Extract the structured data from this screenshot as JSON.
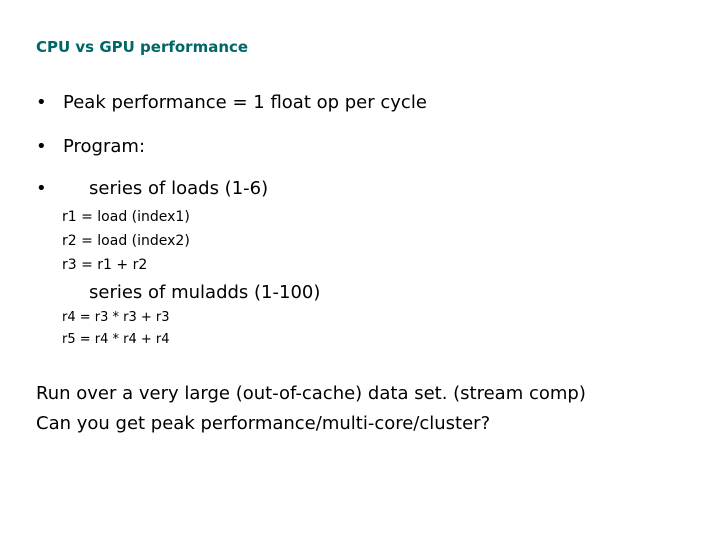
{
  "title": "CPU vs GPU performance",
  "bullets": [
    {
      "marker": "•",
      "text": "Peak performance = 1 float op per cycle"
    },
    {
      "marker": "•",
      "text": "Program:"
    },
    {
      "marker": "•",
      "text": "series of loads (1-6)"
    }
  ],
  "loads_code": [
    "r1 = load (index1)",
    "r2 = load (index2)",
    "r3 = r1 + r2"
  ],
  "muladds_heading": "series of  muladds (1-100)",
  "muladds_code": [
    "r4 = r3 * r3 + r3",
    "r5 = r4 * r4 + r4"
  ],
  "closing": [
    "Run over a very large (out-of-cache) data set. (stream comp)",
    "Can you get peak performance/multi-core/cluster?"
  ]
}
